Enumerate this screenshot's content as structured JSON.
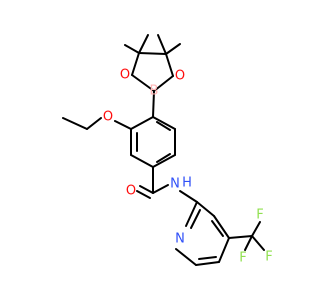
{
  "colors": {
    "background": "#ffffff",
    "bond": "#000000",
    "O": "#ff0d0d",
    "N": "#3050f8",
    "B": "#ffb5b5",
    "F": "#90e050",
    "H": "#3050f8"
  },
  "atoms": {
    "o_ring_left": "O",
    "o_ring_right": "O",
    "b": "B",
    "o_ethoxy": "O",
    "o_carbonyl": "O",
    "n_amide": "N",
    "h_amide": "H",
    "n_pyridine": "N",
    "f_top": "F",
    "f_left": "F",
    "f_bottom": "F"
  }
}
